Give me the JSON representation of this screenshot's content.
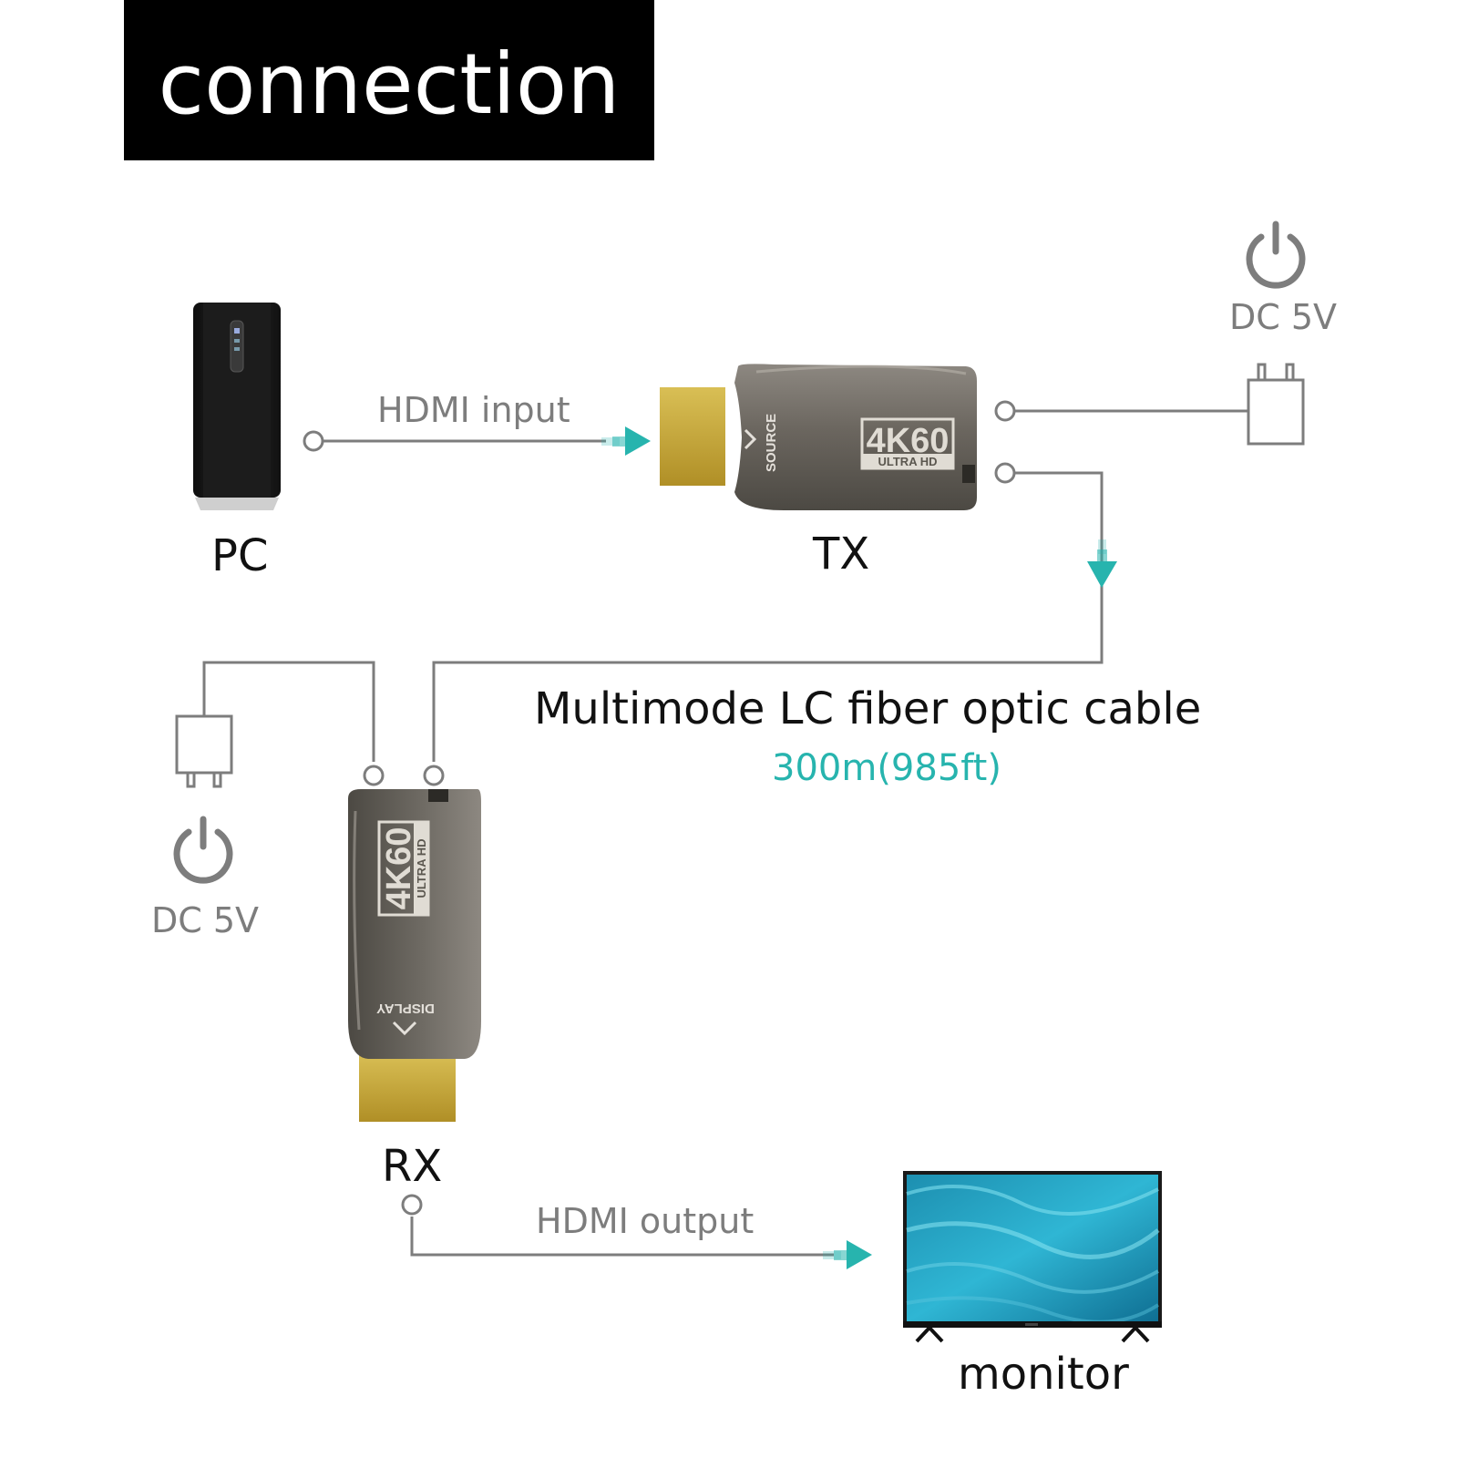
{
  "header": {
    "title": "connection"
  },
  "labels": {
    "pc": "PC",
    "tx": "TX",
    "rx": "RX",
    "monitor": "monitor",
    "hdmi_input": "HDMI input",
    "hdmi_output": "HDMI output",
    "dc_tx": "DC 5V",
    "dc_rx": "DC 5V",
    "fiber_cable": "Multimode LC fiber optic cable",
    "fiber_length": "300m(985ft)"
  },
  "devices": {
    "tx_badge_main": "4K60",
    "tx_badge_sub": "ULTRA HD",
    "tx_port": "SOURCE",
    "rx_badge_main": "4K60",
    "rx_badge_sub": "ULTRA HD",
    "rx_port": "DISPLAY"
  },
  "colors": {
    "accent": "#27b4ae",
    "line": "#7d7d7d",
    "hdmi_gold": "#c9a83a",
    "device_body": "#6e6a63"
  }
}
